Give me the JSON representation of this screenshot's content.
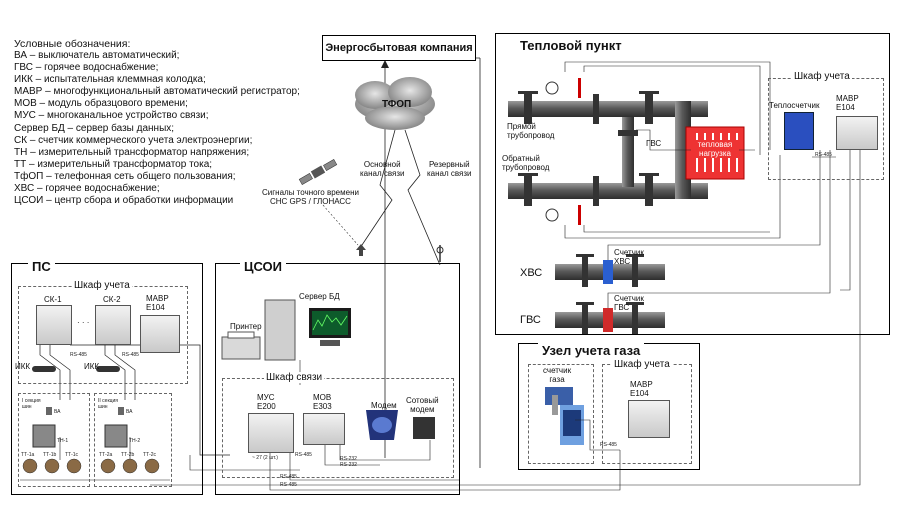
{
  "legend": {
    "title": "Условные обозначения:",
    "items": [
      "ВА – выключатель автоматический;",
      "ГВС – горячее водоснабжение;",
      "ИКК – испытательная клеммная колодка;",
      "МАВР – многофункциональный автоматический регистратор;",
      "МОВ – модуль образцового времени;",
      "МУС – многоканальное устройство связи;",
      "Сервер БД – сервер базы данных;",
      "СК – счетчик коммерческого учета электроэнергии;",
      "ТН – измерительный трансформатор напряжения;",
      "ТТ – измерительный трансформатор тока;",
      "ТфОП – телефонная сеть общего пользования;",
      "ХВС – горячее водоснабжение;",
      "ЦСОИ – центр сбора и обработки информации"
    ]
  },
  "energy_company": "Энергосбытовая компания",
  "tfop": "ТФОП",
  "channels": {
    "main": "Основной\nканал связи",
    "reserve": "Резервный\nканал связи"
  },
  "satellite": "Сигналы точного времени\nСНС GPS / ГЛОНАСС",
  "heat_point": {
    "title": "Тепловой пункт",
    "supply": "Прямой\nтрубопровод",
    "return": "Обратный\nтрубопровод",
    "gvs": "ГВС",
    "load": "тепловая\nнагрузка",
    "cabinet": "Шкаф учета",
    "heat_meter": "Теплосчетчик",
    "mavr": "МАВР\nЕ104",
    "rs485": "RS-485",
    "hvs": "ХВС",
    "hvs_meter": "Счетчик\nХВС",
    "gvs_meter": "Счетчик\nГВС",
    "gvs_pipe": "ГВС"
  },
  "gas": {
    "title": "Узел учета газа",
    "meter": "счетчик\nгаза",
    "cabinet": "Шкаф учета",
    "mavr": "МАВР\nЕ104",
    "rs485": "RS-485"
  },
  "ps": {
    "title": "ПС",
    "cabinet": "Шкаф учета",
    "sk1": "СК-1",
    "sk2": "СК-2",
    "dots": "· · ·",
    "mavr": "МАВР\nЕ104",
    "ikk1": "ИКК",
    "ikk2": "ИКК",
    "section1": "I секция\nшин",
    "section2": "II секция\nшин",
    "va": "ВА",
    "tn1": "ТН-1",
    "tn2": "ТН-2",
    "tt": [
      "ТТ-1а",
      "ТТ-1b",
      "ТТ-1с",
      "ТТ-2а",
      "ТТ-2b",
      "ТТ-2с"
    ],
    "rs485": "RS-485"
  },
  "csoi": {
    "title": "ЦСОИ",
    "printer": "Принтер",
    "server": "Сервер БД",
    "comm_cabinet": "Шкаф связи",
    "mus": "МУС\nЕ200",
    "mov": "МОВ\nЕ303",
    "modem": "Модем",
    "cell_modem": "Сотовый\nмодем",
    "rs232": "RS-232",
    "rs485": "RS-485",
    "power": "~ 27 (2 шт.)"
  }
}
